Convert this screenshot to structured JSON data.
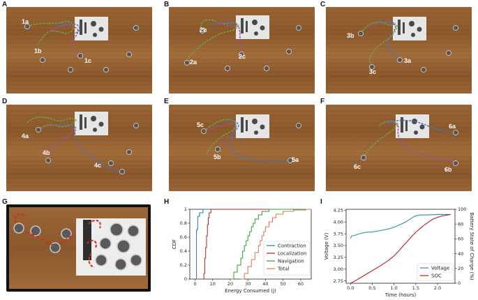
{
  "panels": {
    "A": {
      "letter": "A",
      "labels": [
        "1a",
        "1b",
        "1c"
      ]
    },
    "B": {
      "letter": "B",
      "labels": [
        "2b",
        "2a",
        "2c"
      ]
    },
    "C": {
      "letter": "C",
      "labels": [
        "3b",
        "3c",
        "3a"
      ]
    },
    "D": {
      "letter": "D",
      "labels": [
        "4a",
        "4b",
        "4c"
      ]
    },
    "E": {
      "letter": "E",
      "labels": [
        "5c",
        "5b",
        "5a"
      ]
    },
    "F": {
      "letter": "F",
      "labels": [
        "6a",
        "6c",
        "6b"
      ]
    },
    "G": {
      "letter": "G"
    },
    "H": {
      "letter": "H"
    },
    "I": {
      "letter": "I"
    }
  },
  "colors": {
    "green_path": "#6ea83c",
    "purple_path": "#a24f9c",
    "blue_path": "#4b73b8",
    "contraction": "#1f77b4",
    "localization": "#b22222",
    "navigation": "#2ca02c",
    "total": "#e0734f",
    "voltage": "#2c8fb5",
    "soc": "#b01f24"
  },
  "chart_data": [
    {
      "type": "line",
      "panel": "H",
      "xlabel": "Energy Consumed (J)",
      "ylabel": "CDF",
      "xlim": [
        -3,
        66
      ],
      "ylim": [
        0,
        1
      ],
      "xticks": [
        0,
        10,
        20,
        30,
        40,
        50,
        60
      ],
      "yticks": [
        0.0,
        0.2,
        0.4,
        0.6,
        0.8,
        1.0
      ],
      "ytick_labels": [
        "0",
        "0.2",
        "0.4",
        "0.6",
        "0.8",
        "1"
      ],
      "legend_position": "bottom-right",
      "series": [
        {
          "name": "Contraction",
          "x": [
            0.5,
            0.8,
            1.2,
            1.5,
            2.5,
            4.5
          ],
          "y": [
            0.0,
            0.7,
            0.72,
            0.9,
            0.95,
            1.0
          ]
        },
        {
          "name": "Localization",
          "x": [
            4.5,
            5.0,
            5.5,
            6.0,
            6.5,
            7.0,
            7.5,
            8.0,
            9.0
          ],
          "y": [
            0.0,
            0.08,
            0.3,
            0.45,
            0.62,
            0.78,
            0.88,
            0.95,
            1.0
          ]
        },
        {
          "name": "Navigation",
          "x": [
            20,
            22,
            24,
            26,
            27,
            28,
            29,
            30,
            31,
            32,
            33,
            34,
            36,
            38,
            42
          ],
          "y": [
            0.0,
            0.1,
            0.2,
            0.3,
            0.4,
            0.48,
            0.55,
            0.62,
            0.68,
            0.75,
            0.8,
            0.86,
            0.92,
            0.97,
            1.0
          ]
        },
        {
          "name": "Total",
          "x": [
            26,
            28,
            30,
            32,
            34,
            36,
            37,
            38,
            39,
            40,
            42,
            44,
            46,
            50,
            56,
            63
          ],
          "y": [
            0.0,
            0.08,
            0.18,
            0.28,
            0.38,
            0.48,
            0.55,
            0.62,
            0.68,
            0.75,
            0.82,
            0.88,
            0.93,
            0.97,
            0.99,
            1.0
          ]
        }
      ]
    },
    {
      "type": "line",
      "panel": "I",
      "xlabel": "Time (hours)",
      "ylabel": "Voltage (V)",
      "y2label": "Battery State of Charge (%)",
      "xlim": [
        -0.1,
        2.4
      ],
      "ylim": [
        2.7,
        4.27
      ],
      "y2lim": [
        0,
        100
      ],
      "xticks": [
        0.0,
        0.5,
        1.0,
        1.5,
        2.0
      ],
      "yticks": [
        2.75,
        3.0,
        3.25,
        3.5,
        3.75,
        4.0,
        4.25
      ],
      "y2ticks": [
        0,
        20,
        40,
        60,
        80,
        100
      ],
      "legend_position": "bottom-right",
      "series": [
        {
          "name": "Voltage",
          "axis": "left",
          "x": [
            0.0,
            0.02,
            0.1,
            0.2,
            0.35,
            0.5,
            0.7,
            0.9,
            1.0,
            1.1,
            1.2,
            1.3,
            1.4,
            1.5,
            1.6,
            1.8,
            2.0,
            2.2,
            2.3
          ],
          "y": [
            3.65,
            3.7,
            3.72,
            3.75,
            3.78,
            3.79,
            3.82,
            3.86,
            3.89,
            3.93,
            3.97,
            4.02,
            4.08,
            4.13,
            4.15,
            4.15,
            4.16,
            4.16,
            4.16
          ]
        },
        {
          "name": "SOC",
          "axis": "right",
          "x": [
            0.0,
            0.1,
            0.3,
            0.5,
            0.7,
            0.9,
            1.0,
            1.1,
            1.2,
            1.3,
            1.4,
            1.5,
            1.6,
            1.7,
            1.8,
            1.9,
            2.0,
            2.1,
            2.2,
            2.3
          ],
          "y": [
            0,
            3,
            10,
            17,
            24,
            32,
            37,
            43,
            50,
            56,
            63,
            69,
            74,
            79,
            83,
            87,
            89,
            91,
            92,
            93
          ]
        }
      ]
    }
  ]
}
